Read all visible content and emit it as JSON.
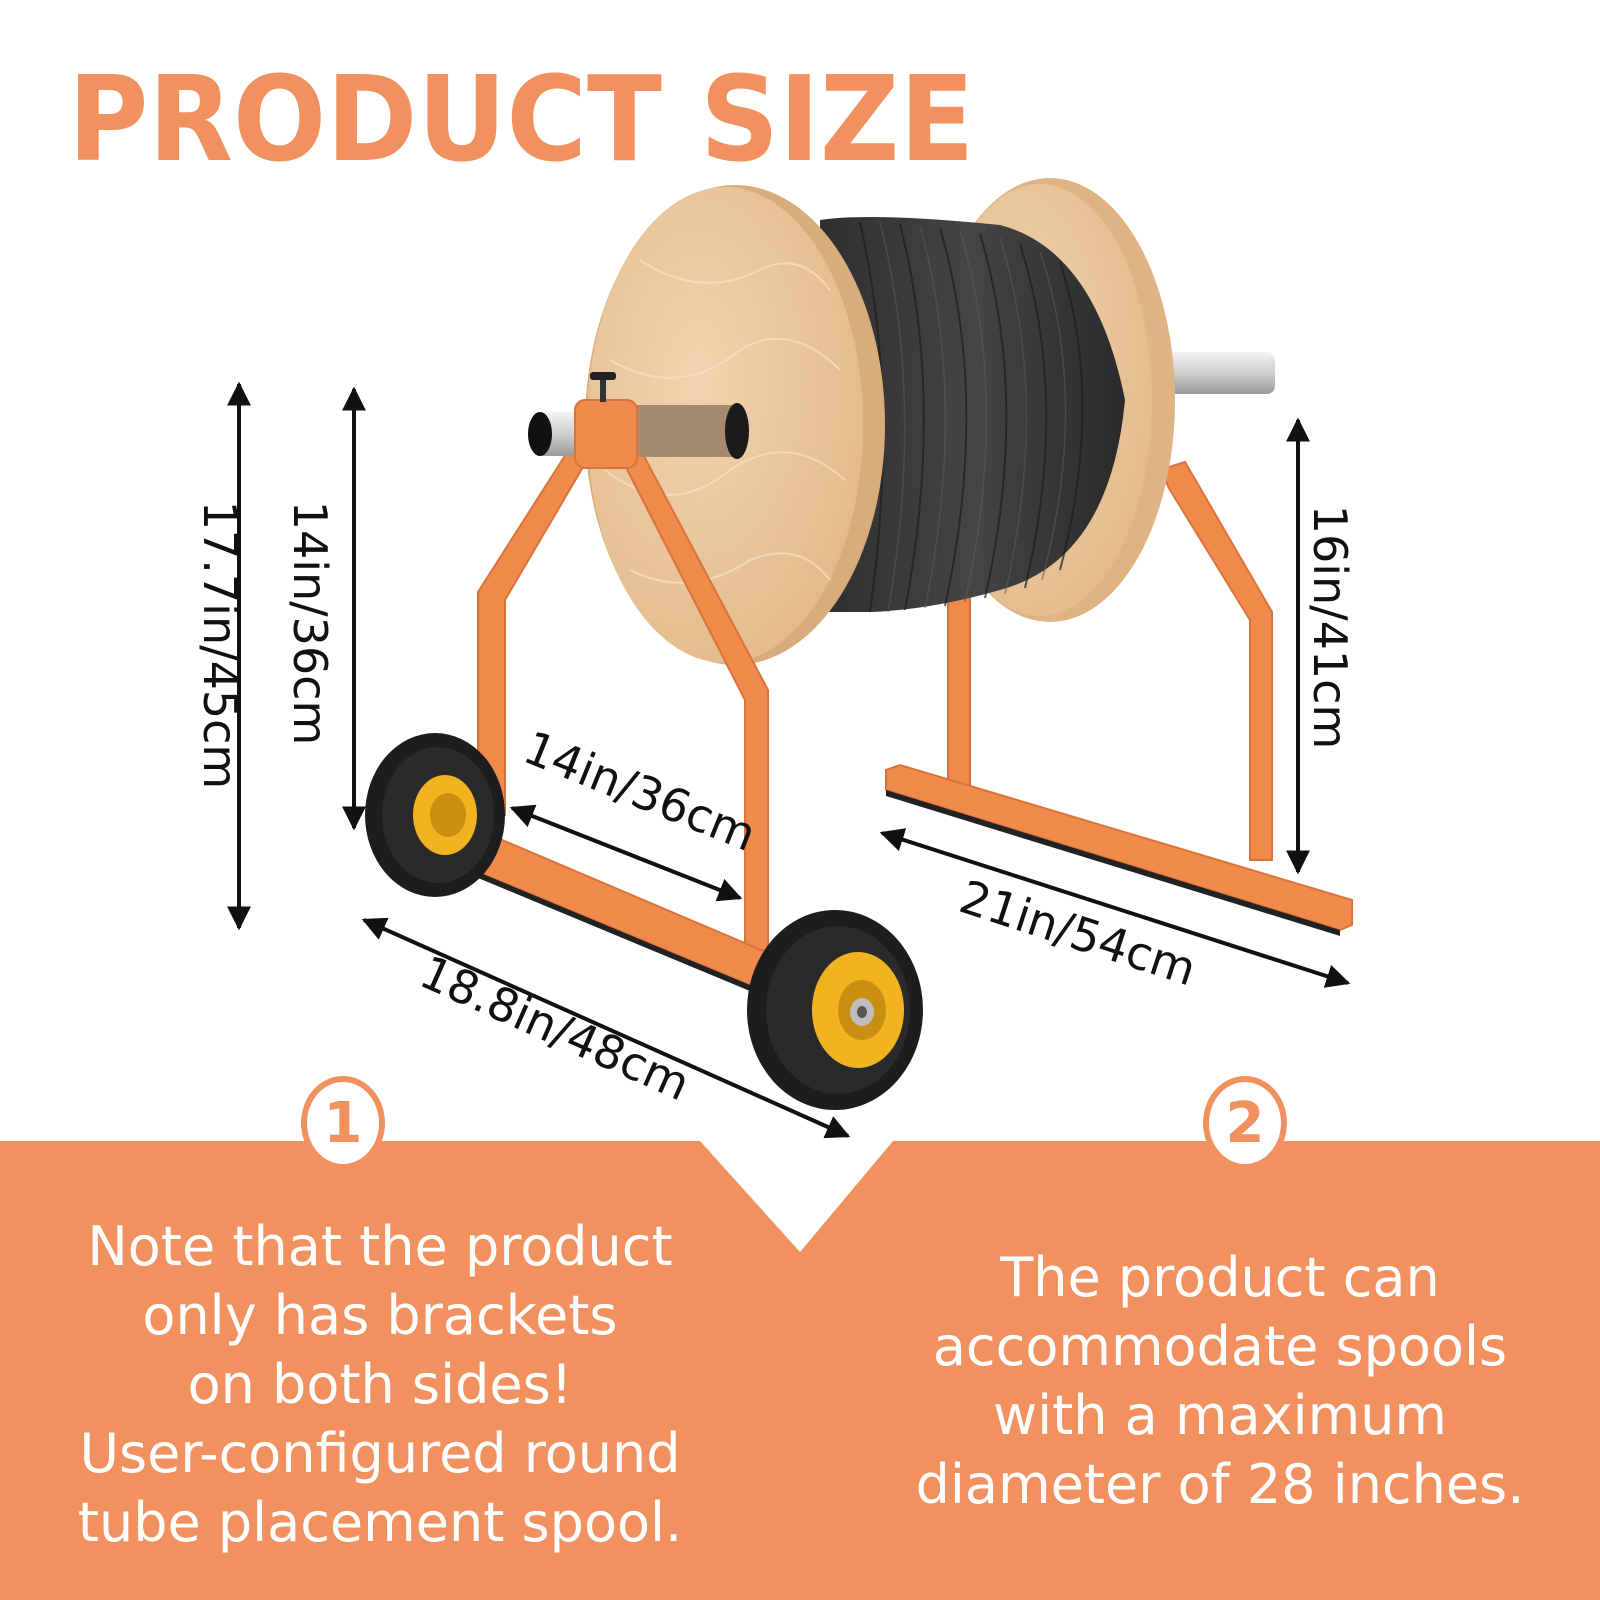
{
  "title": "PRODUCT SIZE",
  "colors": {
    "accent": "#f0915f",
    "frame_orange": "#f08a4b",
    "wood": "#ecc9a0",
    "cable": "#3a3a3a",
    "wheel_hub": "#f2b320",
    "text_dark": "#111111"
  },
  "dimensions": {
    "total_height": "17.7in/45cm",
    "front_bracket_height": "14in/36cm",
    "rear_bracket_height": "16in/41cm",
    "inner_width": "14in/36cm",
    "base_length_rear": "21in/54cm",
    "base_length_front": "18.8in/48cm"
  },
  "notes": [
    {
      "number": "1",
      "lines": [
        "Note that the product",
        "only has brackets",
        "on both sides!",
        "User-configured round",
        "tube placement spool."
      ]
    },
    {
      "number": "2",
      "lines": [
        "The product can",
        "accommodate spools",
        "with a maximum",
        "diameter of 28 inches."
      ]
    }
  ]
}
